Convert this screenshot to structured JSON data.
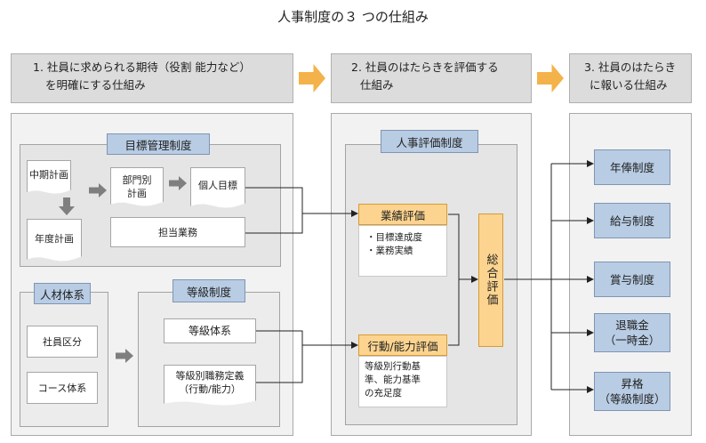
{
  "title": "人事制度の３ つの仕組み",
  "headers": [
    {
      "line1": "1. 社員に求められる期待（役割  能力など）",
      "line2": "を明確にする仕組み"
    },
    {
      "line1": "2. 社員のはたらきを評価する",
      "line2": "仕組み"
    },
    {
      "line1": "3. 社員のはたらき",
      "line2": "に報いる仕組み"
    }
  ],
  "mbo": {
    "label": "目標管理制度",
    "mid_plan": "中期計画",
    "year_plan": "年度計画",
    "dept_line1": "部門別",
    "dept_line2": "計画",
    "personal": "個人目標",
    "duty": "担当業務"
  },
  "jinzai": {
    "label": "人材体系",
    "items": [
      "社員区分",
      "コース体系"
    ]
  },
  "grade": {
    "label": "等級制度",
    "system": "等級体系",
    "def_line1": "等級別職務定義",
    "def_line2": "（行動/能力）"
  },
  "eval": {
    "label": "人事評価制度",
    "perf": {
      "label": "業績評価",
      "details": [
        "・目標達成度",
        "・業務実績"
      ]
    },
    "behav": {
      "label": "行動/能力評価",
      "details": [
        "等級別行動基",
        "準、能力基準",
        "の充足度"
      ]
    },
    "total": "総合評価"
  },
  "rewards": [
    {
      "line1": "年俸制度",
      "line2": ""
    },
    {
      "line1": "給与制度",
      "line2": ""
    },
    {
      "line1": "賞与制度",
      "line2": ""
    },
    {
      "line1": "退職金",
      "line2": "（一時金）"
    },
    {
      "line1": "昇格",
      "line2": "（等級制度）"
    }
  ]
}
